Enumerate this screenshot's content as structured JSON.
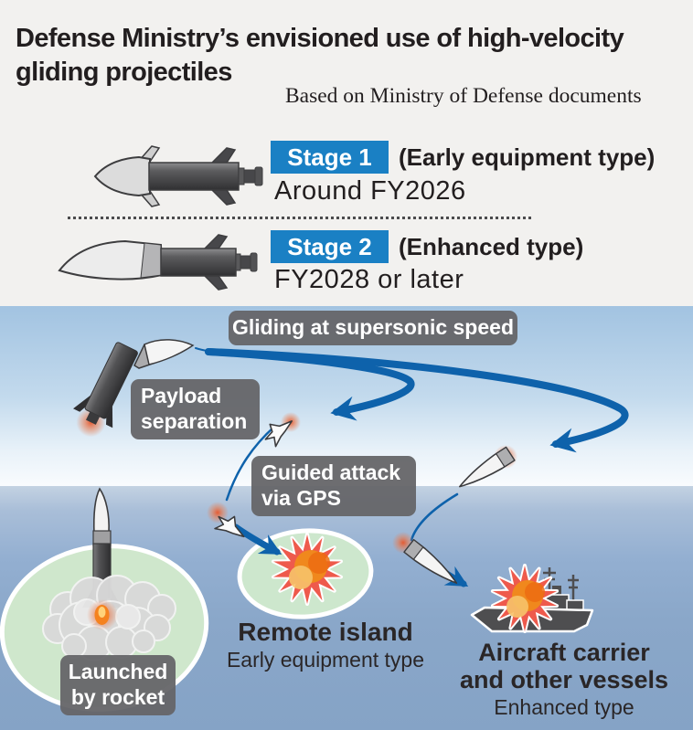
{
  "header": {
    "title_line1": "Defense Ministry’s envisioned use of high-velocity",
    "title_line2": "gliding projectiles",
    "source": "Based on Ministry of Defense documents"
  },
  "stages": [
    {
      "badge": "Stage 1",
      "type": "(Early equipment type)",
      "timing": "Around FY2026"
    },
    {
      "badge": "Stage 2",
      "type": "(Enhanced type)",
      "timing": "FY2028 or later"
    }
  ],
  "diagram": {
    "labels": {
      "gliding": "Gliding at supersonic speed",
      "payload_line1": "Payload",
      "payload_line2": "separation",
      "guided_line1": "Guided attack",
      "guided_line2": "via GPS",
      "launched_line1": "Launched",
      "launched_line2": "by rocket"
    },
    "targets": {
      "remote_island": {
        "name": "Remote island",
        "type": "Early equipment type"
      },
      "carrier": {
        "name_line1": "Aircraft carrier",
        "name_line2": "and other vessels",
        "type": "Enhanced type"
      }
    }
  },
  "colors": {
    "badge_blue": "#1a80c4",
    "arrow_blue": "#0e62ab",
    "label_gray": "#67676a",
    "island_green": "#cfe7cc",
    "sky_blue": "#a2c3e1",
    "sea_blue": "#85a3c6",
    "explosion_red": "#ee5a4c",
    "explosion_orange": "#f0881d",
    "smoke_gray": "#d9d9d9",
    "text_dark": "#221e1f"
  }
}
